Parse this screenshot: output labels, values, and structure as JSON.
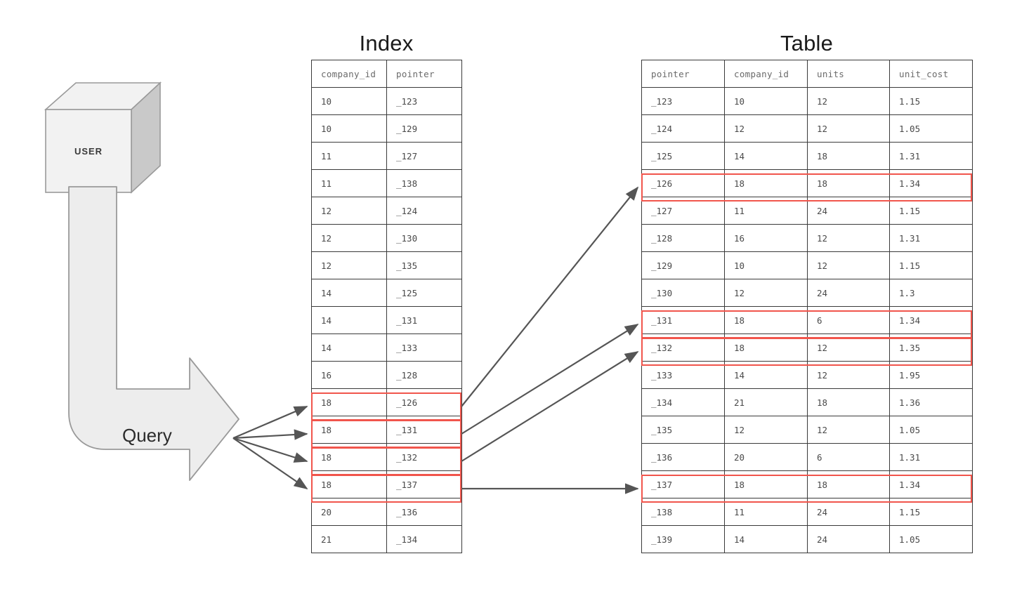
{
  "diagram": {
    "actor": {
      "label": "USER",
      "shape": "cube-3d"
    },
    "flow": {
      "label": "Query",
      "shape": "bent-block-arrow"
    },
    "highlight_color": "#f1554c",
    "connector_color": "#555555"
  },
  "index_table": {
    "title": "Index",
    "columns": [
      "company_id",
      "pointer"
    ],
    "rows": [
      {
        "company_id": "10",
        "pointer": "_123",
        "highlighted": false
      },
      {
        "company_id": "10",
        "pointer": "_129",
        "highlighted": false
      },
      {
        "company_id": "11",
        "pointer": "_127",
        "highlighted": false
      },
      {
        "company_id": "11",
        "pointer": "_138",
        "highlighted": false
      },
      {
        "company_id": "12",
        "pointer": "_124",
        "highlighted": false
      },
      {
        "company_id": "12",
        "pointer": "_130",
        "highlighted": false
      },
      {
        "company_id": "12",
        "pointer": "_135",
        "highlighted": false
      },
      {
        "company_id": "14",
        "pointer": "_125",
        "highlighted": false
      },
      {
        "company_id": "14",
        "pointer": "_131",
        "highlighted": false
      },
      {
        "company_id": "14",
        "pointer": "_133",
        "highlighted": false
      },
      {
        "company_id": "16",
        "pointer": "_128",
        "highlighted": false
      },
      {
        "company_id": "18",
        "pointer": "_126",
        "highlighted": true
      },
      {
        "company_id": "18",
        "pointer": "_131",
        "highlighted": true
      },
      {
        "company_id": "18",
        "pointer": "_132",
        "highlighted": true
      },
      {
        "company_id": "18",
        "pointer": "_137",
        "highlighted": true
      },
      {
        "company_id": "20",
        "pointer": "_136",
        "highlighted": false
      },
      {
        "company_id": "21",
        "pointer": "_134",
        "highlighted": false
      }
    ]
  },
  "data_table": {
    "title": "Table",
    "columns": [
      "pointer",
      "company_id",
      "units",
      "unit_cost"
    ],
    "rows": [
      {
        "pointer": "_123",
        "company_id": "10",
        "units": "12",
        "unit_cost": "1.15",
        "highlighted": false
      },
      {
        "pointer": "_124",
        "company_id": "12",
        "units": "12",
        "unit_cost": "1.05",
        "highlighted": false
      },
      {
        "pointer": "_125",
        "company_id": "14",
        "units": "18",
        "unit_cost": "1.31",
        "highlighted": false
      },
      {
        "pointer": "_126",
        "company_id": "18",
        "units": "18",
        "unit_cost": "1.34",
        "highlighted": true
      },
      {
        "pointer": "_127",
        "company_id": "11",
        "units": "24",
        "unit_cost": "1.15",
        "highlighted": false
      },
      {
        "pointer": "_128",
        "company_id": "16",
        "units": "12",
        "unit_cost": "1.31",
        "highlighted": false
      },
      {
        "pointer": "_129",
        "company_id": "10",
        "units": "12",
        "unit_cost": "1.15",
        "highlighted": false
      },
      {
        "pointer": "_130",
        "company_id": "12",
        "units": "24",
        "unit_cost": "1.3",
        "highlighted": false
      },
      {
        "pointer": "_131",
        "company_id": "18",
        "units": "6",
        "unit_cost": "1.34",
        "highlighted": true
      },
      {
        "pointer": "_132",
        "company_id": "18",
        "units": "12",
        "unit_cost": "1.35",
        "highlighted": true
      },
      {
        "pointer": "_133",
        "company_id": "14",
        "units": "12",
        "unit_cost": "1.95",
        "highlighted": false
      },
      {
        "pointer": "_134",
        "company_id": "21",
        "units": "18",
        "unit_cost": "1.36",
        "highlighted": false
      },
      {
        "pointer": "_135",
        "company_id": "12",
        "units": "12",
        "unit_cost": "1.05",
        "highlighted": false
      },
      {
        "pointer": "_136",
        "company_id": "20",
        "units": "6",
        "unit_cost": "1.31",
        "highlighted": false
      },
      {
        "pointer": "_137",
        "company_id": "18",
        "units": "18",
        "unit_cost": "1.34",
        "highlighted": true
      },
      {
        "pointer": "_138",
        "company_id": "11",
        "units": "24",
        "unit_cost": "1.15",
        "highlighted": false
      },
      {
        "pointer": "_139",
        "company_id": "14",
        "units": "24",
        "unit_cost": "1.05",
        "highlighted": false
      }
    ]
  }
}
